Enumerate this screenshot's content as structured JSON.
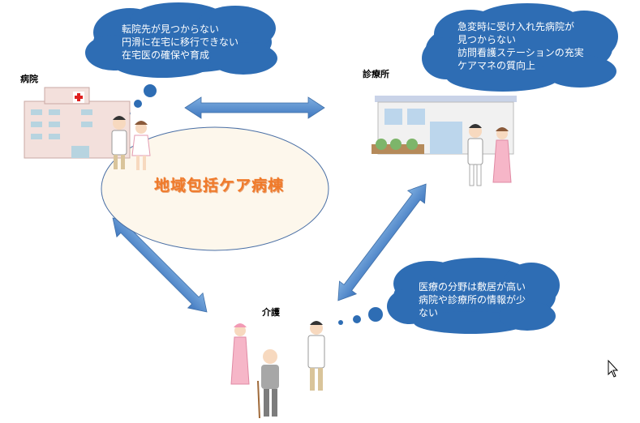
{
  "center_label": "地域包括ケア病棟",
  "nodes": {
    "hospital": {
      "label": "病院"
    },
    "clinic": {
      "label": "診療所"
    },
    "care": {
      "label": "介護"
    }
  },
  "clouds": {
    "hospital": {
      "lines": [
        "転院先が見つからない",
        "円滑に在宅に移行できない",
        "在宅医の確保や育成"
      ]
    },
    "clinic": {
      "lines": [
        "急変時に受け入れ先病院が",
        "見つからない",
        "訪問看護ステーションの充実",
        "ケアマネの質向上"
      ]
    },
    "care": {
      "lines": [
        "医療の分野は敷居が高い",
        "病院や診療所の情報が少",
        "ない"
      ]
    }
  },
  "colors": {
    "cloud": "#2e6db4",
    "arrow": "#5b8fcf",
    "center_text": "#f07a2a",
    "ellipse_fill": "#fdf7ec"
  }
}
